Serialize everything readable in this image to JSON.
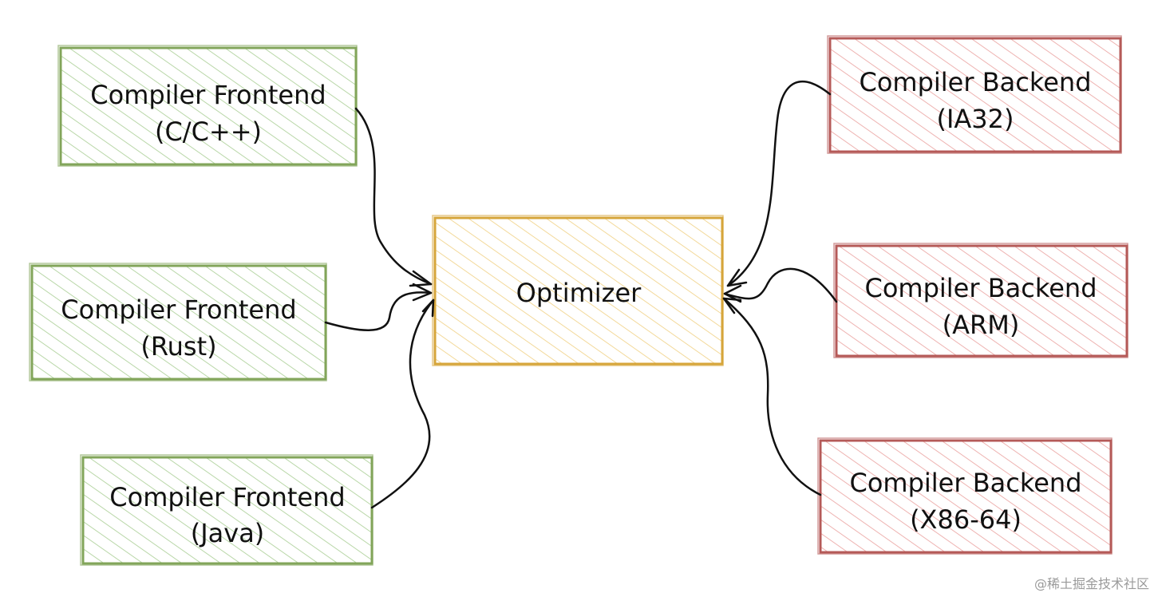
{
  "nodes": {
    "frontend_c": {
      "line1": "Compiler Frontend",
      "line2": "(C/C++)"
    },
    "frontend_rust": {
      "line1": "Compiler Frontend",
      "line2": "(Rust)"
    },
    "frontend_java": {
      "line1": "Compiler Frontend",
      "line2": "(Java)"
    },
    "optimizer": {
      "line1": "Optimizer"
    },
    "backend_ia32": {
      "line1": "Compiler Backend",
      "line2": "(IA32)"
    },
    "backend_arm": {
      "line1": "Compiler Backend",
      "line2": "(ARM)"
    },
    "backend_x86_64": {
      "line1": "Compiler Backend",
      "line2": "(X86-64)"
    }
  },
  "colors": {
    "frontend_stroke": "#82a55a",
    "frontend_hatch": "#b9d7a8",
    "optimizer_stroke": "#d6a53a",
    "optimizer_hatch": "#f3d99a",
    "backend_stroke": "#b55a58",
    "backend_hatch": "#eeb3b1",
    "arrow": "#111111"
  },
  "watermark": "@稀土掘金技术社区"
}
